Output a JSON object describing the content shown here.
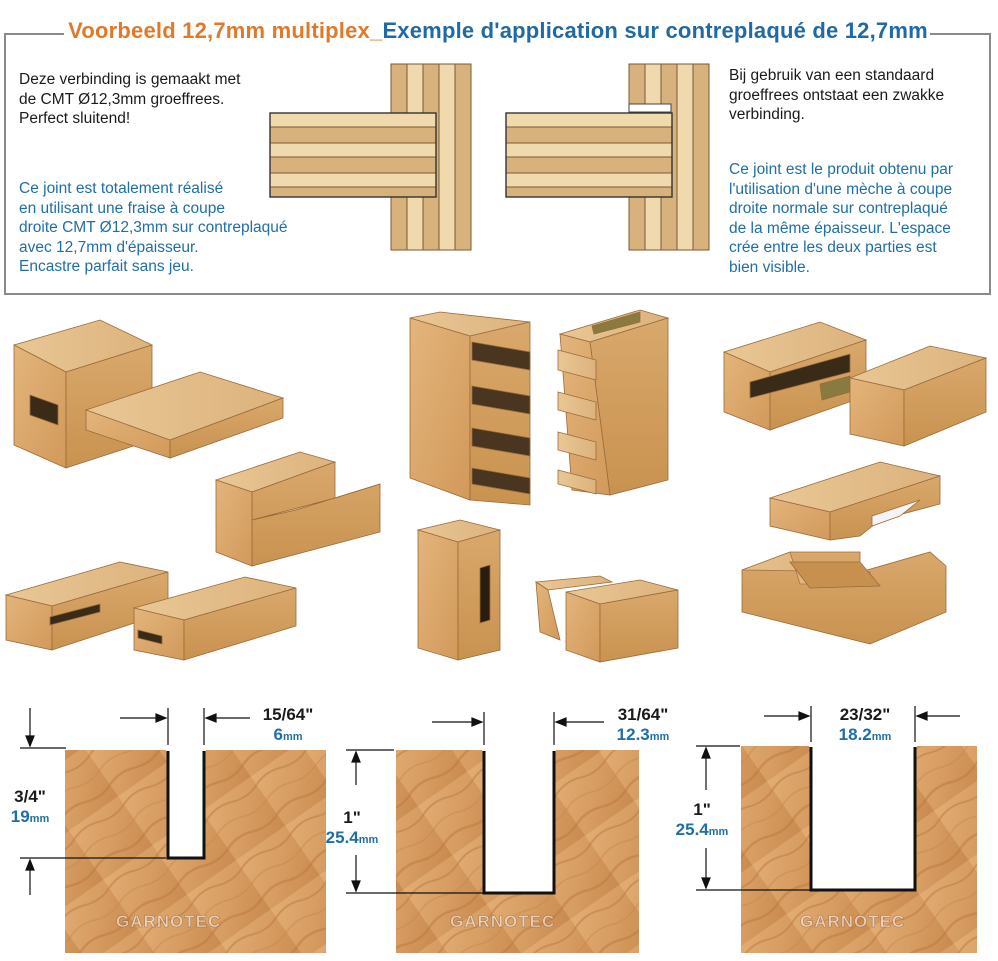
{
  "title": {
    "left": "Voorbeeld 12,7mm multiplex_",
    "right": "Exemple d'application sur contreplaqué de 12,7mm"
  },
  "left_panel": {
    "dutch": "Deze verbinding is gemaakt met\nde CMT Ø12,3mm groeffrees.\nPerfect sluitend!",
    "french": "Ce joint est totalement réalisé\nen utilisant une fraise à coupe\ndroite CMT Ø12,3mm sur contreplaqué\navec 12,7mm d'épaisseur.\nEncastre parfait sans jeu."
  },
  "right_panel": {
    "dutch": "Bij gebruik van een standaard\ngroeffrees ontstaat een zwakke\nverbinding.",
    "french": "Ce joint est le produit obtenu par\nl'utilisation d'une mèche à coupe\ndroite normale sur contreplaqué\nde la même épaisseur. L'espace\ncrée entre les deux parties est\nbien visible."
  },
  "grooves": [
    {
      "width_imp": "15/64\"",
      "width_met": "6",
      "depth_imp": "3/4\"",
      "depth_met": "19",
      "unit": "mm"
    },
    {
      "width_imp": "31/64\"",
      "width_met": "12.3",
      "depth_imp": "1\"",
      "depth_met": "25.4",
      "unit": "mm"
    },
    {
      "width_imp": "23/32\"",
      "width_met": "18.2",
      "depth_imp": "1\"",
      "depth_met": "25.4",
      "unit": "mm"
    }
  ],
  "watermark": "GARNOTEC",
  "colors": {
    "orange": "#e07a2a",
    "blue": "#1e6ea8",
    "wood": "#d9a36a",
    "ply_light": "#f0d9ad",
    "ply_dark": "#d8b27c"
  }
}
